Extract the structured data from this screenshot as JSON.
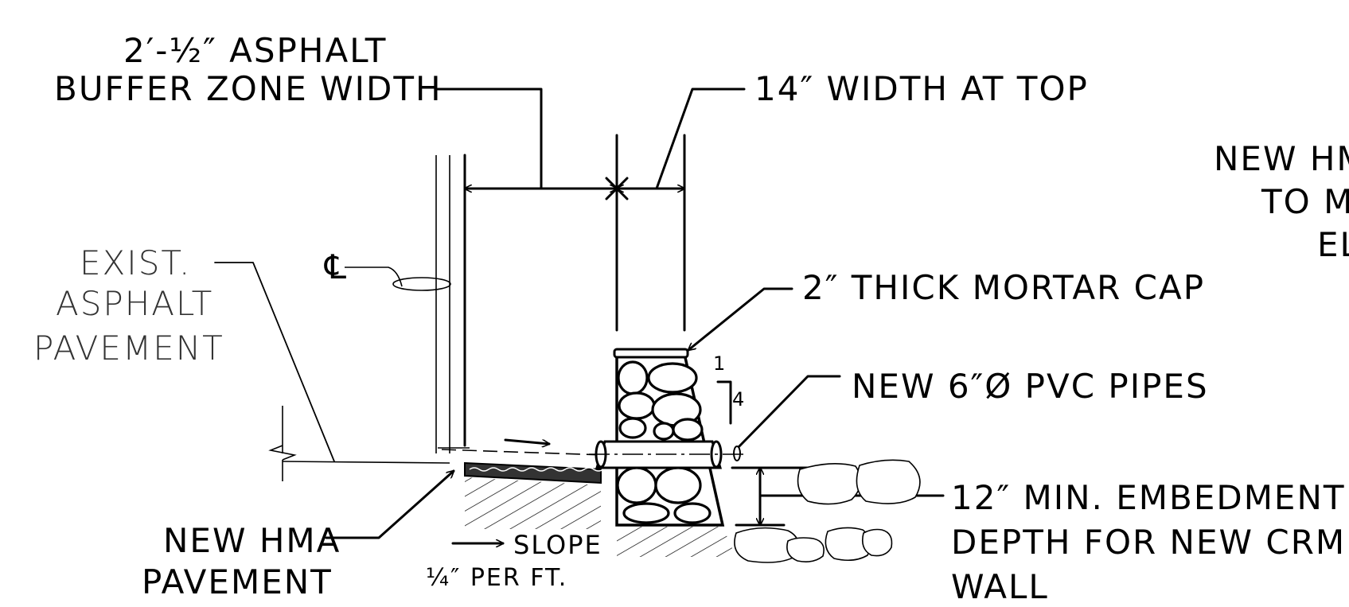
{
  "labels": {
    "buffer_line1": "2′-½″ ASPHALT",
    "buffer_line2": "BUFFER ZONE WIDTH",
    "width_top": "14″ WIDTH AT TOP",
    "new_hma_partial_1": "NEW HMA",
    "new_hma_partial_2": "TO MA",
    "new_hma_partial_3": "EL",
    "exist_1": "EXIST.",
    "exist_2": "ASPHALT",
    "exist_3": "PAVEMENT",
    "centerline": "℄",
    "mortar_cap": "2″ THICK MORTAR CAP",
    "batter_1": "1",
    "batter_4": "4",
    "pvc": "NEW 6″Ø  PVC PIPES",
    "embed_1": "12″ MIN. EMBEDMENT",
    "embed_2": "DEPTH FOR NEW CRM",
    "embed_3": "WALL",
    "new_hma_1": "NEW HMA",
    "new_hma_2": "PAVEMENT",
    "slope_1": "SLOPE",
    "slope_2": "¼″ PER FT."
  }
}
